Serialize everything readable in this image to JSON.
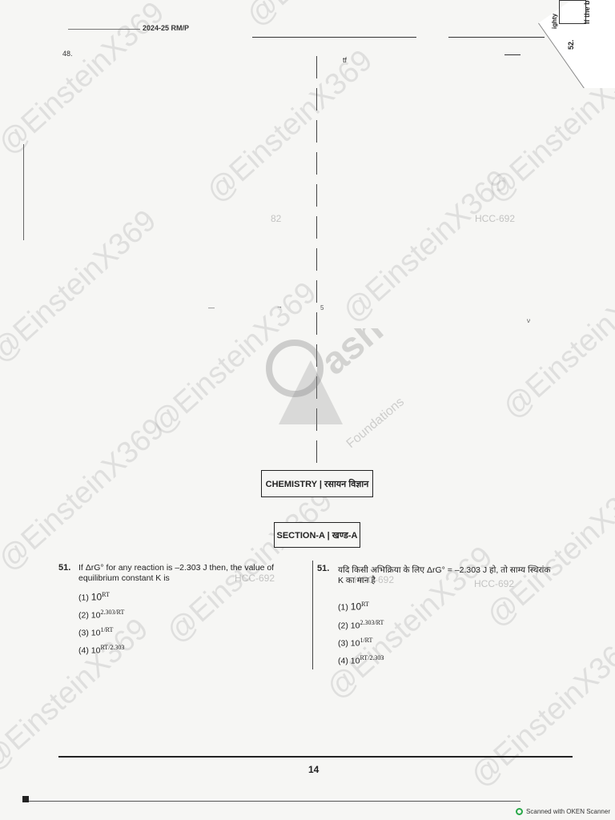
{
  "header": {
    "left_text": "2024-25 RM/P",
    "left_num": "48.",
    "right_frag": "tf"
  },
  "corner": {
    "label": "52.",
    "text": "If the b",
    "top_text": "ighty"
  },
  "watermark": "@EinsteinX369",
  "codes": [
    "HCC-692",
    "HCC-692",
    "HCC-692",
    "82",
    "HCC-692"
  ],
  "subject_box": "CHEMISTRY | रसायन विज्ञान",
  "section_box": "SECTION-A | खण्ड-A",
  "left_question": {
    "number": "51.",
    "text_line1": "If ΔrG° for any reaction is –2.303 J then, the value of",
    "text_line2": "equilibrium constant K is",
    "options": [
      {
        "label": "(1)",
        "base": "10",
        "exp": "RT"
      },
      {
        "label": "(2)",
        "base": "10",
        "exp": "2.303/RT"
      },
      {
        "label": "(3)",
        "base": "10",
        "exp": "1/RT"
      },
      {
        "label": "(4)",
        "base": "10",
        "exp": "RT/2.303"
      }
    ]
  },
  "right_question": {
    "number": "51.",
    "text_line1": "यदि किसी अभिक्रिया के लिए ΔrG° = –2.303 J हो, तो साम्य स्थिरांक",
    "text_line2": "K का मान है",
    "options": [
      {
        "label": "(1)",
        "base": "10",
        "exp": "RT"
      },
      {
        "label": "(2)",
        "base": "10",
        "exp": "2.303/RT"
      },
      {
        "label": "(3)",
        "base": "10",
        "exp": "1/RT"
      },
      {
        "label": "(4)",
        "base": "10",
        "exp": "RT/2.303"
      }
    ]
  },
  "page_number": "14",
  "scanner": "Scanned with OKEN Scanner",
  "logo_text": "Foundations"
}
